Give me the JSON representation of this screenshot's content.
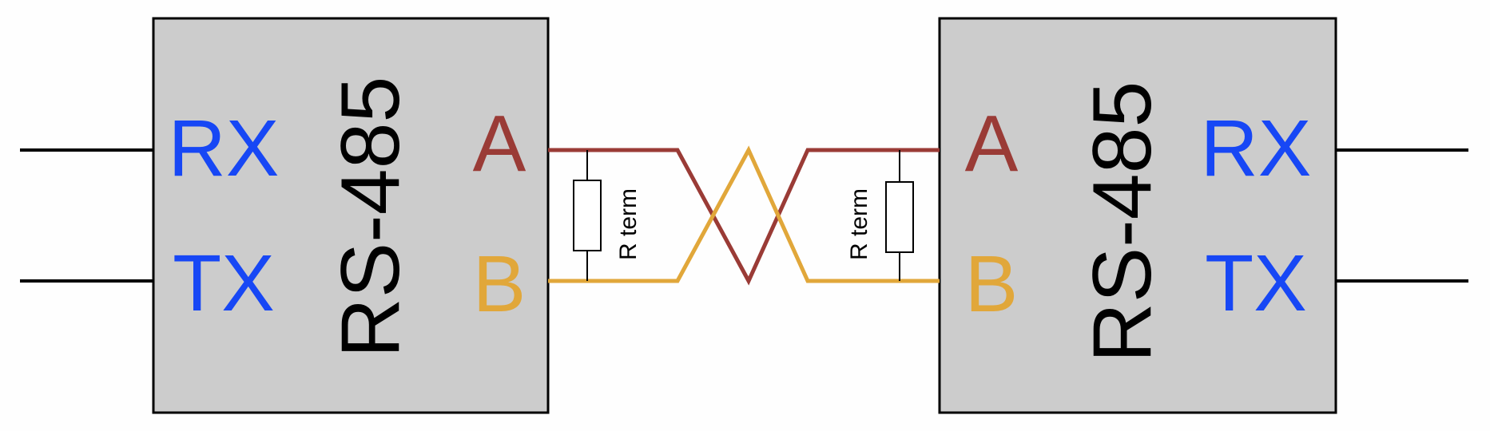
{
  "colors": {
    "box_fill": "#cccccc",
    "line_a": "#9a3b36",
    "line_b": "#e1a73a",
    "signal_text": "#1747f5"
  },
  "left_device": {
    "title": "RS-485",
    "rx_label": "RX",
    "tx_label": "TX",
    "pin_a": "A",
    "pin_b": "B",
    "terminator_label": "R term"
  },
  "right_device": {
    "title": "RS-485",
    "rx_label": "RX",
    "tx_label": "TX",
    "pin_a": "A",
    "pin_b": "B",
    "terminator_label": "R term"
  }
}
